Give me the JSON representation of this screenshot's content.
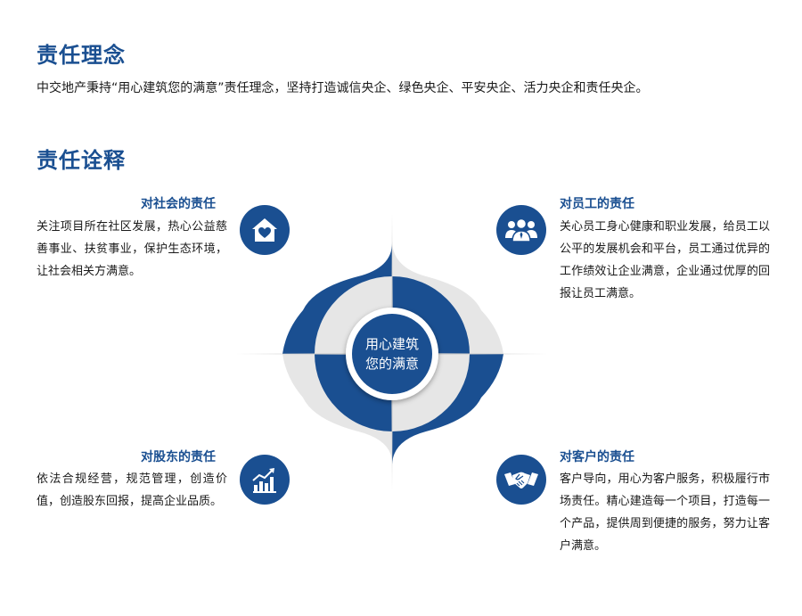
{
  "section1": {
    "title": "责任理念",
    "text": "中交地产秉持“用心建筑您的满意”责任理念，坚持打造诚信央企、绿色央企、平安央企、活力央企和责任央企。"
  },
  "section2": {
    "title": "责任诠释",
    "center": {
      "line1": "用心建筑",
      "line2": "您的满意"
    },
    "blocks": {
      "society": {
        "title": "对社会的责任",
        "text": "关注项目所在社区发展，热心公益慈善事业、扶贫事业，保护生态环境，让社会相关方满意。",
        "icon": "house-heart-icon"
      },
      "employees": {
        "title": "对员工的责任",
        "text": "关心员工身心健康和职业发展，给员工以公平的发展机会和平台，员工通过优异的工作绩效让企业满意，企业通过优厚的回报让员工满意。",
        "icon": "people-group-icon"
      },
      "shareholders": {
        "title": "对股东的责任",
        "text": "依法合规经营，规范管理，创造价值，创造股东回报，提高企业品质。",
        "icon": "growth-chart-icon"
      },
      "customers": {
        "title": "对客户的责任",
        "text": "客户导向，用心为客户服务，积极履行市场责任。精心建造每一个项目，打造每一个产品，提供周到便捷的服务，努力让客户满意。",
        "icon": "handshake-icon"
      }
    }
  },
  "colors": {
    "primary": "#1a4f91",
    "light": "#e6e6e6",
    "text": "#1a1a1a"
  }
}
